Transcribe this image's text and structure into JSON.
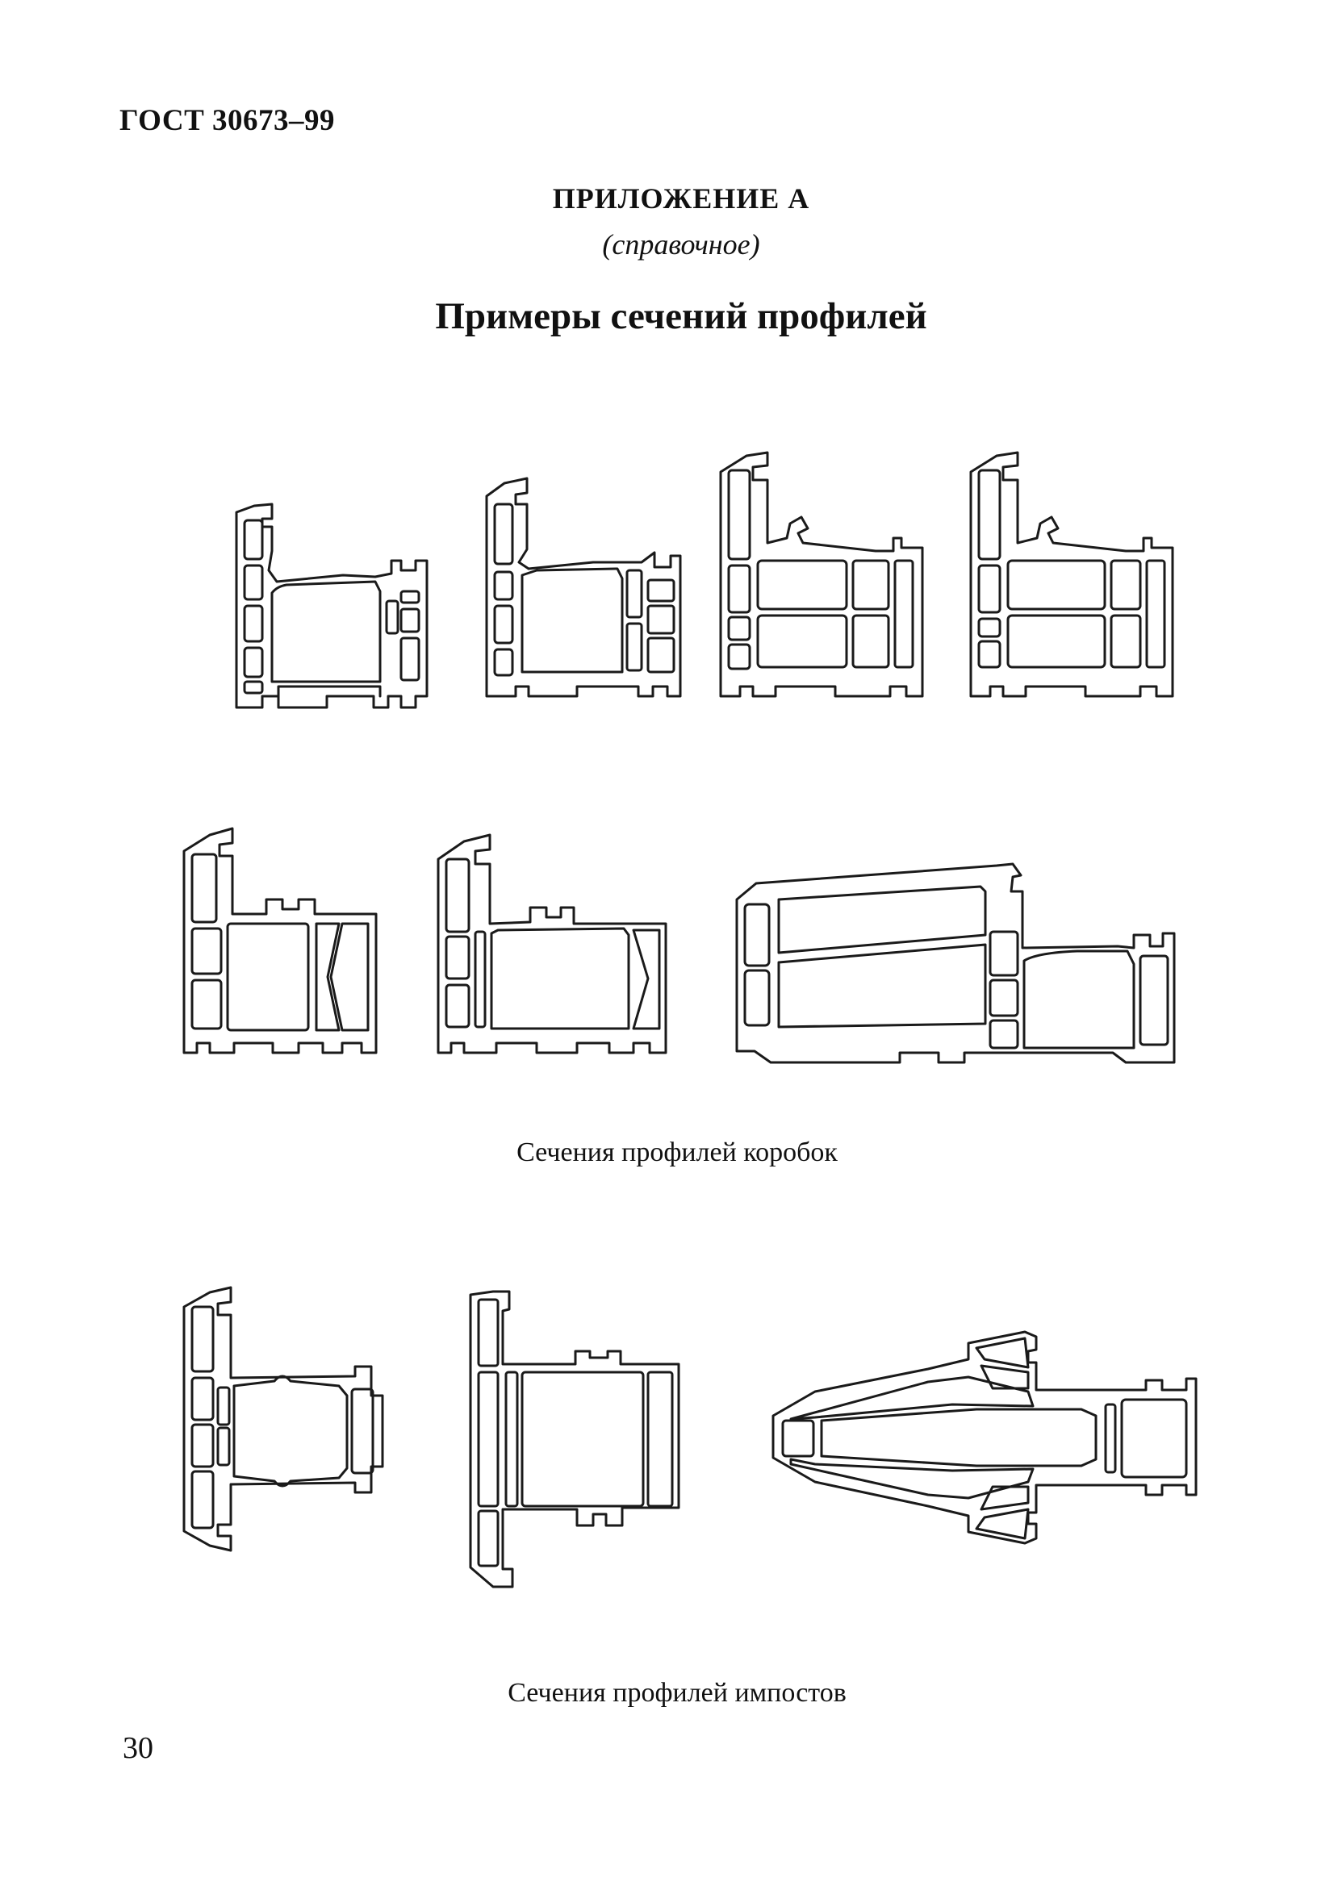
{
  "header": {
    "doc_id": "ГОСТ 30673–99"
  },
  "appendix": {
    "label": "ПРИЛОЖЕНИЕ А",
    "type": "(справочное)"
  },
  "title": "Примеры сечений профилей",
  "captions": {
    "frames": "Сечения профилей коробок",
    "mullions": "Сечения профилей импостов"
  },
  "footer": {
    "page_number": "30"
  }
}
